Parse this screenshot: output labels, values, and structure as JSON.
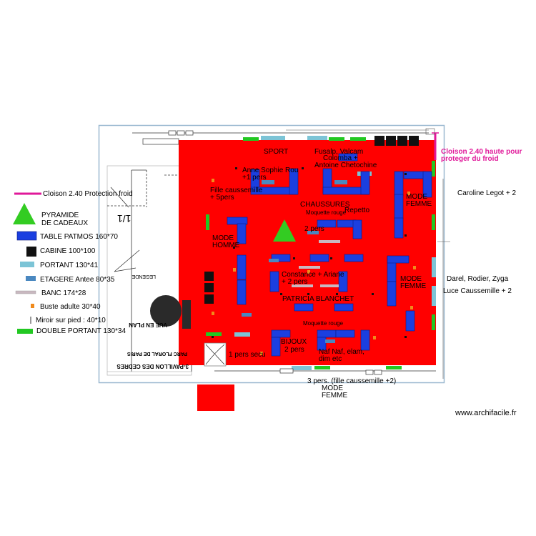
{
  "legend": {
    "items": [
      {
        "label": "Cloison 2.40 Protection froid",
        "icon": "pink-line-icon"
      },
      {
        "label": "PYRAMIDE",
        "label2": "DE CADEAUX",
        "icon": "green-triangle-icon"
      },
      {
        "label": "TABLE PATMOS 160*70",
        "icon": "blue-rect-icon"
      },
      {
        "label": "CABINE 100*100",
        "icon": "black-square-icon"
      },
      {
        "label": "PORTANT 130*41",
        "icon": "light-blue-rect-icon"
      },
      {
        "label": "ETAGERE Antee 80*35",
        "icon": "steel-blue-rect-icon"
      },
      {
        "label": "BANC 174*28",
        "icon": "grey-bar-icon"
      },
      {
        "label": "Buste adulte 30*40",
        "icon": "orange-square-icon"
      },
      {
        "label": "Miroir sur pied : 40*10",
        "icon": "grey-line-icon"
      },
      {
        "label": "DOUBLE PORTANT 130*34",
        "icon": "green-rect-icon"
      }
    ]
  },
  "plan": {
    "zones": {
      "sport": "SPORT",
      "fusalp": "Fusalp, Valcam",
      "colomba": "Colomba +",
      "antoine": "Antoine Chetochine",
      "anne_sophie": "Anne Sophie Rou",
      "anne_sophie_2": "+1 pers",
      "fille_caussemille": "Fille caussemille",
      "fille_caussemille_2": "+ 5pers",
      "chaussures": "CHAUSSURES",
      "moquette_rouge_1": "Moquette rouge",
      "repetto": "Repetto",
      "mode_femme_1": "MODE",
      "mode_femme_1b": "FEMME",
      "deux_pers": "2 pers",
      "mode_homme": "MODE",
      "mode_homme_b": "HOMME",
      "constance": "Constance + Ariane",
      "constance_2": "+ 2 pers",
      "mode_femme_2": "MODE",
      "mode_femme_2b": "FEMME",
      "patricia": "PATRICIA BLANCHET",
      "moquette_rouge_2": "Moquette rouge",
      "bijoux": "BIJOUX",
      "bijoux_2": "2 pers",
      "un_pers_secu": "1 pers secu",
      "naf_naf": "Naf Naf, elam,",
      "naf_naf_2": "dim etc",
      "trois_pers": "3 pers. (fille caussemille +2)",
      "mode_femme_3": "MODE",
      "mode_femme_3b": "FEMME"
    },
    "outside": {
      "cloison_right": "Cloison 2.40 haute pour",
      "cloison_right_2": "proteger du froid",
      "caroline": "Caroline Legot + 2",
      "darel": "Darel, Rodier, Zyga",
      "luce": "Luce Caussemille + 2"
    },
    "colors": {
      "floor": "#ff0000",
      "table": "#1b3fe0",
      "cabin": "#111111",
      "portant": "#7cc4d6",
      "etagere": "#4a88c0",
      "double_portant": "#22c822",
      "pyramid": "#33cc22",
      "buste": "#f08a1c",
      "pink": "#e0199a"
    }
  },
  "left_panel": {
    "title": "3-PAVILLON DES CEDRES",
    "subtitle": "PARC FLORAL DE PARIS",
    "vue": "VUE EN PLAN",
    "legende": "LEGENDE",
    "scale": "1/1"
  },
  "footer": {
    "watermark": "www.archifacile.fr"
  }
}
